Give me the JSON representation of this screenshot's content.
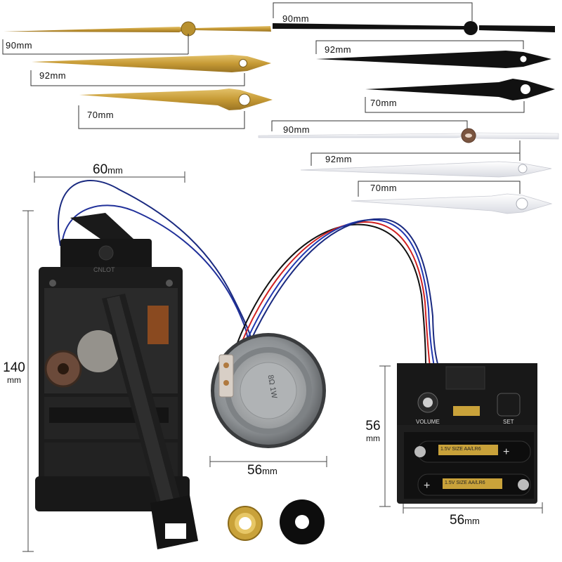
{
  "hands": {
    "gold": {
      "second": "90mm",
      "minute": "92mm",
      "hour": "70mm"
    },
    "black": {
      "second": "90mm",
      "minute": "92mm",
      "hour": "70mm"
    },
    "white": {
      "second": "90mm",
      "minute": "92mm",
      "hour": "70mm"
    }
  },
  "dimensions": {
    "movement_width_value": "60",
    "movement_width_unit": "mm",
    "movement_height_value": "140",
    "movement_height_unit": "mm",
    "speaker_width_value": "56",
    "speaker_width_unit": "mm",
    "control_width_value": "56",
    "control_width_unit": "mm",
    "control_height_value": "56",
    "control_height_unit": "mm"
  },
  "printed": {
    "movement_brand": "CNLOT",
    "volume_label": "VOLUME",
    "set_label": "SET",
    "battery_label_top": "1.5V SIZE AA/LR6",
    "battery_label_bottom": "1.5V SIZE AA/LR6",
    "speaker_mark": "8Ω 1W"
  },
  "colors": {
    "gold": "#c9a23a",
    "black": "#111111",
    "white": "#f4f4f6"
  }
}
